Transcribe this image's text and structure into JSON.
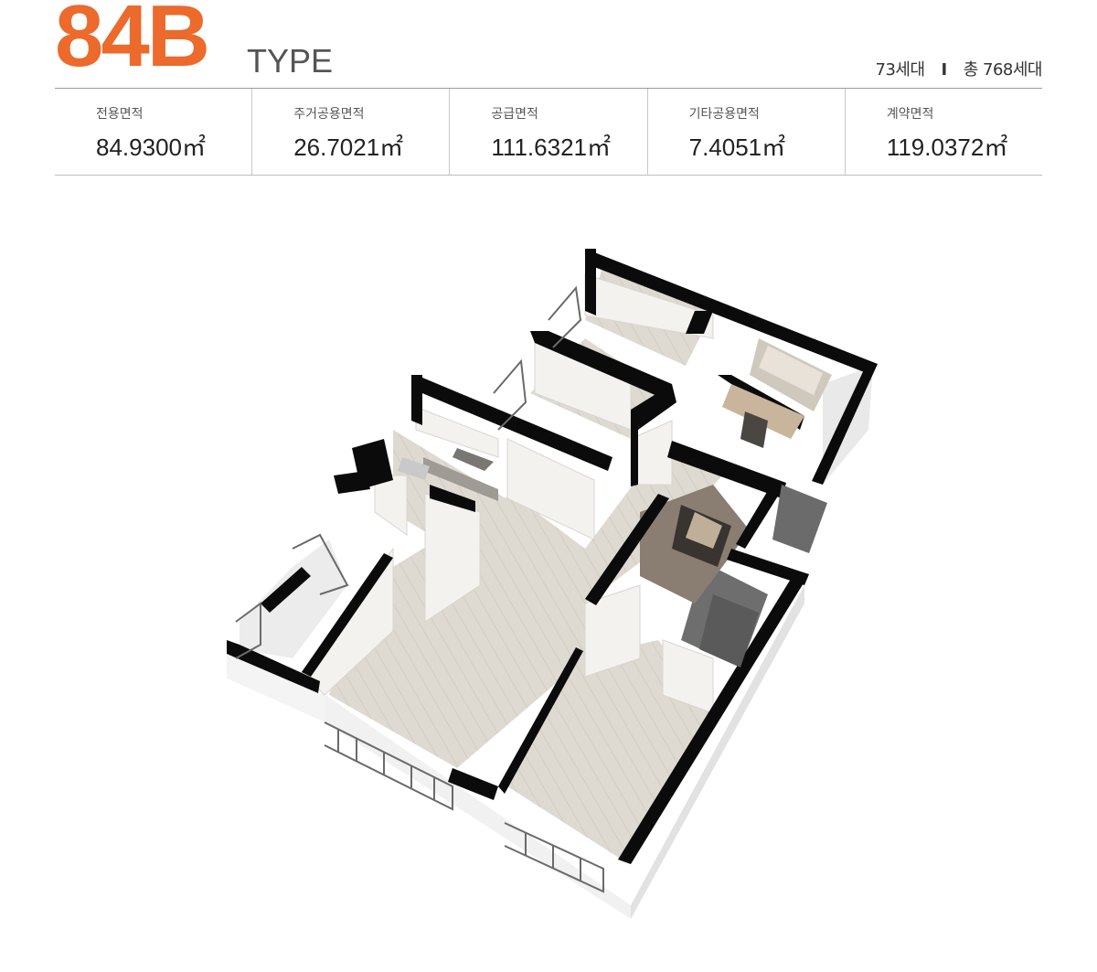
{
  "header": {
    "type_code": "84B",
    "type_word": "TYPE",
    "units_count": "73세대",
    "separator": "I",
    "units_total": "총 768세대"
  },
  "areas": [
    {
      "label": "전용면적",
      "value": "84.9300㎡"
    },
    {
      "label": "주거공용면적",
      "value": "26.7021㎡"
    },
    {
      "label": "공급면적",
      "value": "111.6321㎡"
    },
    {
      "label": "기타공용면적",
      "value": "7.4051㎡"
    },
    {
      "label": "계약면적",
      "value": "119.0372㎡"
    }
  ],
  "colors": {
    "accent": "#ec6a2c",
    "wall": "#0b0b0b",
    "floor": "#dcd8cf",
    "floor_light": "#e6e2da",
    "interior_wall": "#f3f2ef"
  }
}
